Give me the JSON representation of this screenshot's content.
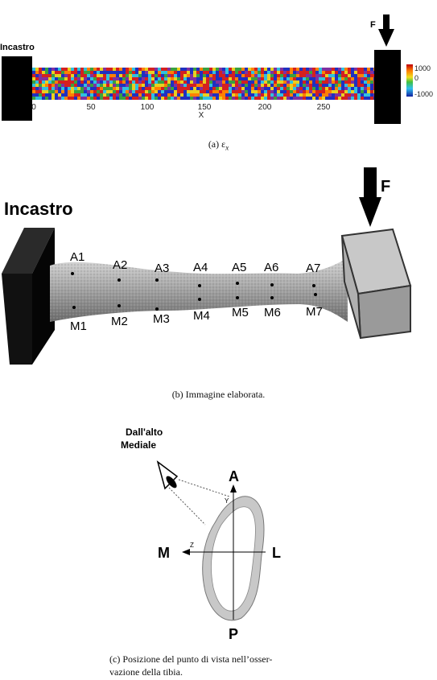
{
  "panel_a": {
    "fixed_label": "Incastro",
    "force_label": "F",
    "x_axis_title": "X",
    "x_ticks": [
      "0",
      "50",
      "100",
      "150",
      "200",
      "250"
    ],
    "colorbar_ticks": [
      "1000",
      "0",
      "-1000"
    ],
    "caption_prefix": "(a) ",
    "caption_symbol": "ε",
    "caption_sub": "x",
    "colors": {
      "red": "#d42020",
      "yellow": "#e8d020",
      "green": "#3aa040",
      "cyan": "#30c0e0",
      "blue": "#2030c0"
    }
  },
  "panel_b": {
    "fixed_label": "Incastro",
    "force_label": "F",
    "anterior_points": [
      "A1",
      "A2",
      "A3",
      "A4",
      "A5",
      "A6",
      "A7"
    ],
    "medial_points": [
      "M1",
      "M2",
      "M3",
      "M4",
      "M5",
      "M6",
      "M7"
    ],
    "caption": "(b) Immagine elaborata."
  },
  "panel_c": {
    "viewpoint_label_line1": "Dall'alto",
    "viewpoint_label_line2": "Mediale",
    "axis_top": "A",
    "axis_bottom": "P",
    "axis_left": "M",
    "axis_right": "L",
    "axis_y": "Y",
    "axis_z": "Z",
    "caption_line1": "(c) Posizione del punto di vista nell’osser-",
    "caption_line2": "vazione della tibia."
  }
}
